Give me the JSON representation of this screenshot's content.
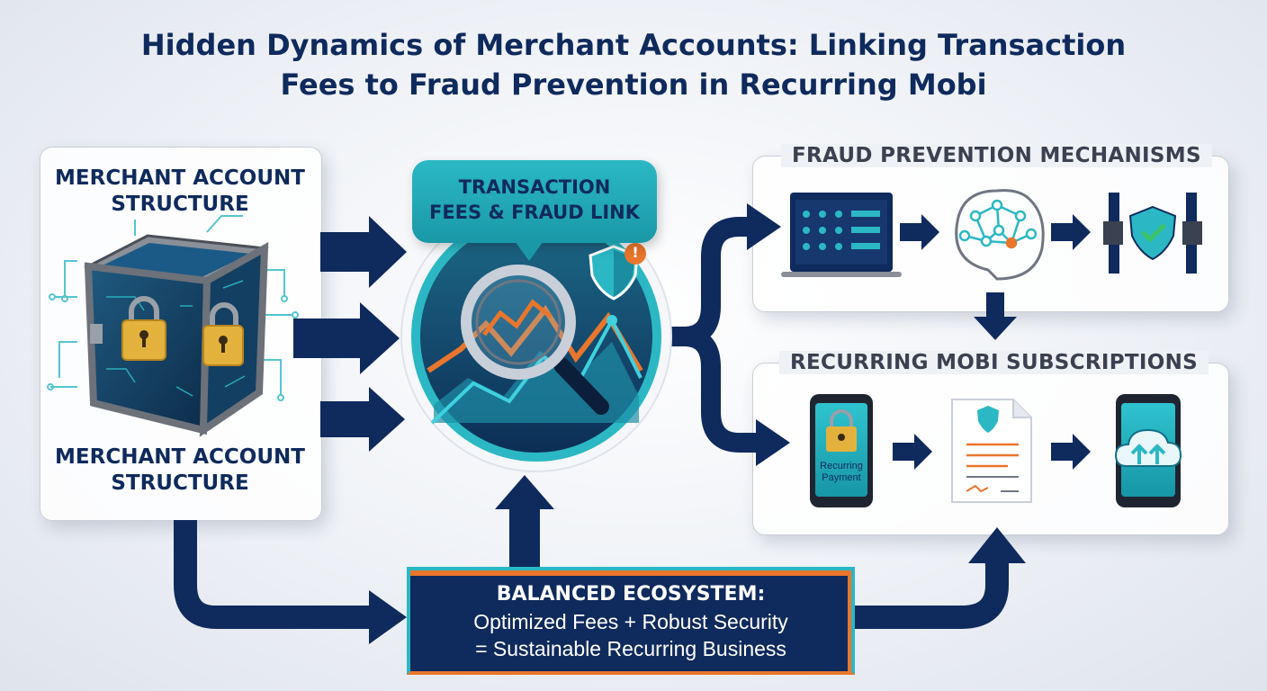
{
  "title": {
    "line1": "Hidden Dynamics of Merchant Accounts: Linking Transaction",
    "line2": "Fees to Fraud Prevention in Recurring Mobi"
  },
  "left_panel": {
    "heading_top": [
      "MERCHANT ACCOUNT",
      "STRUCTURE"
    ],
    "heading_bottom": [
      "MERCHANT ACCOUNT",
      "STRUCTURE"
    ]
  },
  "center": {
    "bubble_lines": [
      "TRANSACTION",
      "FEES & FRAUD LINK"
    ],
    "alert_symbol": "!"
  },
  "fraud_section": {
    "title": "FRAUD PREVENTION MECHANISMS",
    "icons": [
      "dashboard-monitor-icon",
      "ai-brain-network-icon",
      "shield-check-gate-icon"
    ]
  },
  "recurring_section": {
    "title": "RECURRING MOBI SUBSCRIPTIONS",
    "phone_label_line1": "Recurring",
    "phone_label_line2": "Payment",
    "icons": [
      "phone-lock-icon",
      "secure-document-icon",
      "phone-cloud-upload-icon"
    ]
  },
  "ecosystem": {
    "line1": "BALANCED ECOSYSTEM:",
    "line2": "Optimized Fees + Robust Security",
    "line3": "= Sustainable Recurring Business"
  },
  "colors": {
    "navy": "#0f2a5c",
    "teal": "#2bb8c4",
    "orange": "#e8762d",
    "gold": "#e3b23c",
    "green": "#3cc26a"
  }
}
